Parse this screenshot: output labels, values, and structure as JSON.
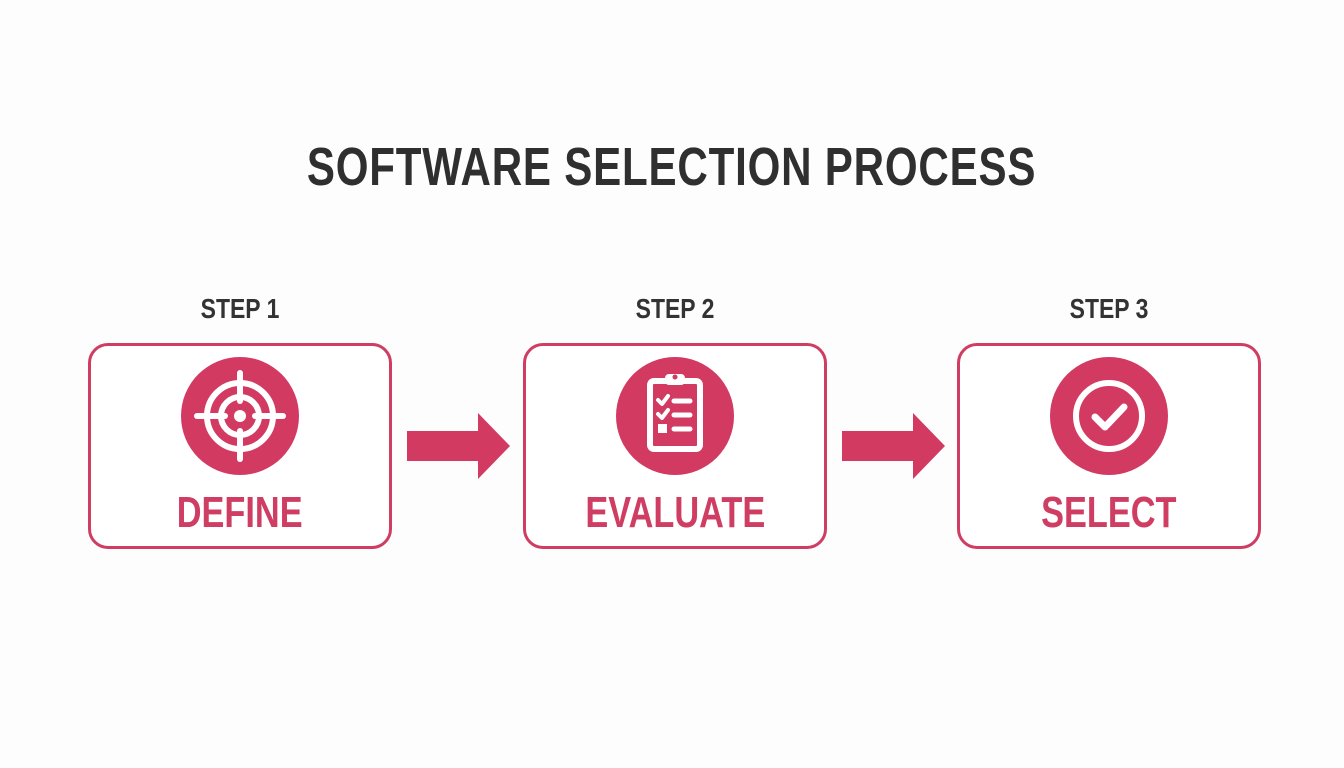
{
  "title": "SOFTWARE SELECTION PROCESS",
  "accent_color": "#d23a61",
  "steps": [
    {
      "step": "STEP 1",
      "label": "DEFINE",
      "icon": "target-icon"
    },
    {
      "step": "STEP 2",
      "label": "EVALUATE",
      "icon": "clipboard-checklist-icon"
    },
    {
      "step": "STEP 3",
      "label": "SELECT",
      "icon": "check-circle-icon"
    }
  ]
}
